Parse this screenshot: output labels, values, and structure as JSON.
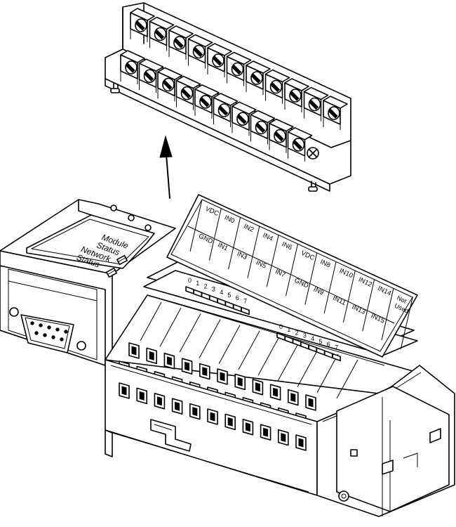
{
  "status": {
    "module_line1": "Module",
    "module_line2": "Status",
    "network_line1": "Network",
    "network_line2": "Status"
  },
  "terminal_label_card": {
    "cells_top_row": [
      "VDC",
      "IN0",
      "IN2",
      "IN4",
      "IN6",
      "VDC",
      "IN8",
      "IN10",
      "IN12",
      "IN14",
      "Not",
      "Used"
    ],
    "cells_bottom_row": [
      "GND",
      "IN1",
      "IN3",
      "IN5",
      "IN7",
      "GND",
      "IN9",
      "IN11",
      "IN13",
      "IN15"
    ]
  },
  "led_groups": {
    "left_numbers": [
      "0",
      "1",
      "2",
      "3",
      "4",
      "5",
      "6",
      "7"
    ],
    "right_numbers": [
      "0",
      "1",
      "2",
      "3",
      "4",
      "5",
      "6",
      "7"
    ]
  },
  "icons": [
    "removal-arrow-icon",
    "terminal-screw-icon",
    "db9-connector-icon",
    "din-clip-icon"
  ]
}
